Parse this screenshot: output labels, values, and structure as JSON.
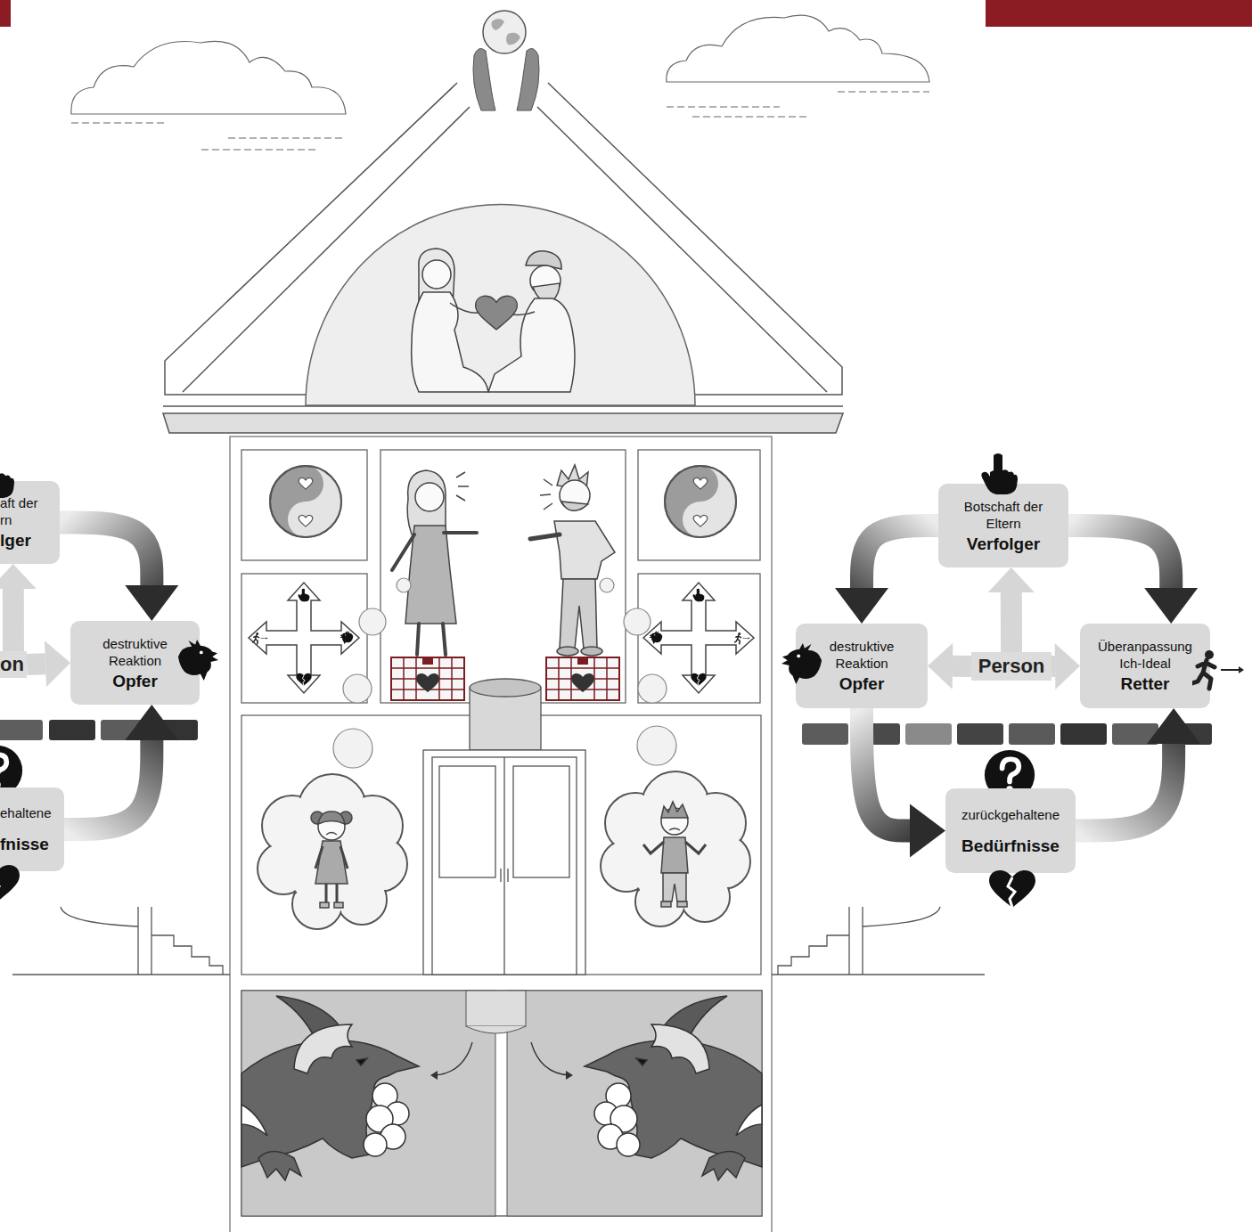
{
  "diagram": {
    "nodes": [
      {
        "text": [
          "aft der rn",
          "lger"
        ]
      },
      {
        "text": [
          "destruktive Reaktion",
          "Opfer"
        ]
      },
      {
        "text": [
          "on"
        ]
      },
      {
        "text": [
          "ehaltene",
          "fnisse"
        ]
      },
      {
        "text": [
          "Botschaft der Eltern",
          "Verfolger"
        ]
      },
      {
        "text": [
          "destruktive Reaktion",
          "Opfer"
        ]
      },
      {
        "text": [
          "Person"
        ]
      },
      {
        "text": [
          "Überanpassung Ich-Ideal",
          "Retter"
        ]
      },
      {
        "text": [
          "zurückgehaltene",
          "Bedürfnisse"
        ]
      }
    ],
    "edges": [
      {
        "from": 0,
        "to": 1,
        "arrow": "to"
      },
      {
        "from": 2,
        "to": 1,
        "arrow": "to"
      },
      {
        "from": 2,
        "to": 0,
        "arrow": "to"
      },
      {
        "from": 3,
        "to": 1,
        "arrow": "to"
      },
      {
        "from": 4,
        "to": 5,
        "arrow": "to"
      },
      {
        "from": 4,
        "to": 7,
        "arrow": "to"
      },
      {
        "from": 6,
        "to": 5,
        "arrow": "to"
      },
      {
        "from": 6,
        "to": 7,
        "arrow": "to"
      },
      {
        "from": 6,
        "to": 4,
        "arrow": "to"
      },
      {
        "from": 5,
        "to": 8,
        "arrow": "to"
      },
      {
        "from": 8,
        "to": 7,
        "arrow": "to"
      }
    ]
  }
}
